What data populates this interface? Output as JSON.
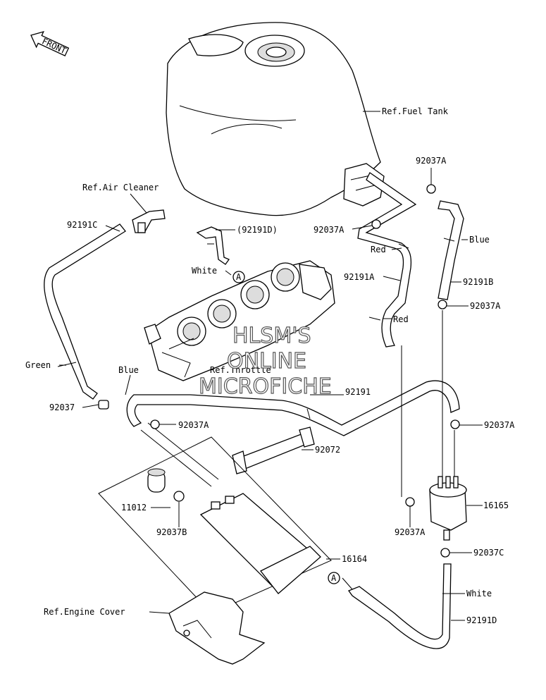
{
  "front_arrow": "FRONT",
  "watermark": {
    "line1": "HLSM'S",
    "line2": "ONLINE",
    "line3": "MICROFICHE"
  },
  "labels": {
    "fuel_tank": "Ref.Fuel Tank",
    "air_cleaner": "Ref.Air Cleaner",
    "throttle": "Ref.Throttle",
    "engine_cover": "Ref.Engine Cover",
    "p92191c": "92191C",
    "p92191d_paren": "(92191D)",
    "white_top": "White",
    "ref_a_top": "A",
    "p92037a_1": "92037A",
    "p92037a_2": "92037A",
    "red_1": "Red",
    "p92191a": "92191A",
    "red_2": "Red",
    "blue_right": "Blue",
    "p92191b": "92191B",
    "p92037a_3": "92037A",
    "green": "Green",
    "blue_left": "Blue",
    "p92191": "92191",
    "p92037": "92037",
    "p92037a_4": "92037A",
    "p92037a_5": "92037A",
    "p92072": "92072",
    "p11012": "11012",
    "p92037b": "92037B",
    "p16165": "16165",
    "p92037a_6": "92037A",
    "p92037c": "92037C",
    "p16164": "16164",
    "ref_a_bottom": "A",
    "white_bottom": "White",
    "p92191d": "92191D"
  }
}
